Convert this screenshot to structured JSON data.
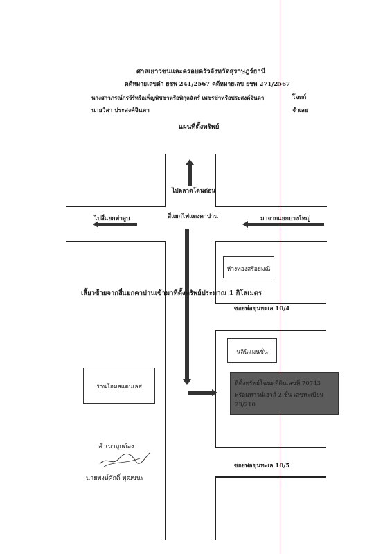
{
  "header": {
    "court": "ศาลเยาวชนและครอบครัวจังหวัดสุราษฎร์ธานี",
    "case_numbers": "คดีหมายเลขดำ ยชพ 241/2567 คดีหมายเลข ยชพ 271/2567",
    "plaintiff": "นางสาวภรณ์กรวีร์หรือเพ็ญพิชชาหรือพิกุลฉัตร์ เพชรขำหรือประสงค์จินดา",
    "plaintiff_role": "โจทก์",
    "defendant": "นายวิสา ประสงค์จินดา",
    "defendant_role": "จำเลย",
    "map_title": "แผนที่ตั้งทรัพย์"
  },
  "map": {
    "to_market": "ไปตลาดโดนด่อน",
    "intersection": "สี่แยกไฟแดงคาปาน",
    "to_tha_up": "ไปสี่แยกท่าอูบ",
    "from_bang_yai": "มาจากแยกบางใหญ่",
    "gold_shop": "ห้างทองสร้อยมณี",
    "direction_note": "เลี้ยวซ้ายจากสี่แยกคาปานเข้ามาที่ตั้งทรัพย์ประมาณ 1 กิโลเมตร",
    "soi_1": "ซอยพ่อขุนทะเล 10/4",
    "dealer": "นลินีแมนชั่น",
    "home_store": "ร้านโฮมสแตนเลส",
    "property_lines": [
      "ที่ตั้งทรัพย์โฉนดที่ดินเลขที่ 70743",
      "พร้อมทาวน์เฮาส์ 2 ชั้น เลขทะเบียน",
      "23/210"
    ],
    "soi_2": "ซอยพ่อขุนทะเล 10/5"
  },
  "certification": {
    "label": "สำเนาถูกต้อง",
    "name": "นายพงษ์ศักดิ์ พุฒขนะ"
  }
}
